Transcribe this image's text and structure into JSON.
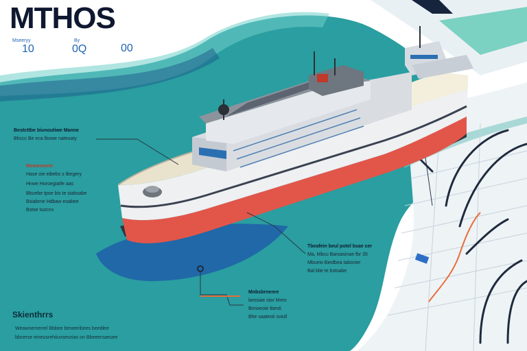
{
  "header": {
    "title": "MTHOS",
    "stats": [
      {
        "label": "Mseeryy",
        "value": "10"
      },
      {
        "label": "By",
        "value": "0Q"
      },
      {
        "label": "",
        "value": "00"
      }
    ]
  },
  "annotations": {
    "top_left": [
      "Bestcttbe biunoutiwe Manne",
      "Bhccc Be eca lbowe nateuaty"
    ],
    "middle_left_heading": "Mseaneseiv",
    "middle_left": [
      "Hase oie eibebs s tbegery",
      "Hnwe Horoegiatfe aas",
      "Bbuebe tpoe bis te siabsabe",
      "Bsiabrne Hdbaw eoabee",
      "Bstse tuocns"
    ],
    "middle_right": [
      "Tbeafein beul potel bsae cer",
      "Ma, Mbcu Baroasinae fbr 35",
      "Mbueio Biedbea tabsnier",
      "Bal blie te bstsabe"
    ],
    "bottom_mid": [
      "Mnbsbrnenre",
      "lamsiae stor Mreo",
      "Bnrweoie tbesti",
      "Bhe saatesti sviull"
    ],
    "bottom_left_heading": "Skienthrrs",
    "bottom_left": [
      "Weawnernerrel Bbbee btmeeribees beedlee",
      "bbnerse eineusrehiiuvsesnias on Bbeeersaeuee"
    ]
  },
  "colors": {
    "sea": "#2a9e9f",
    "sea_dark": "#1c6f8e",
    "hull_red": "#e2564a",
    "hull_dark": "#2f3640",
    "deck": "#e7e2cf",
    "accent": "#1d63b0",
    "title": "#0f1830"
  }
}
